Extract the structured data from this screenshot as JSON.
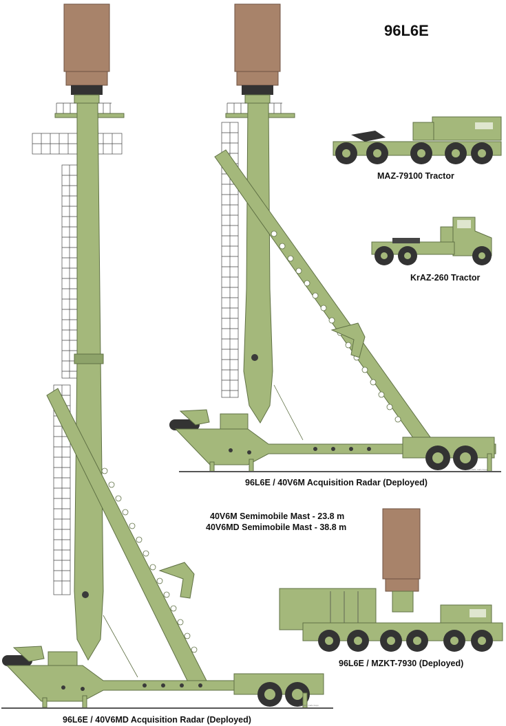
{
  "title": "96L6E",
  "captions": {
    "maz_tractor": "MAZ-79100 Tractor",
    "kraz_tractor": "KrAZ-260 Tractor",
    "radar_40v6m": "96L6E / 40V6M Acquisition Radar (Deployed)",
    "mast_40v6m": "40V6M Semimobile Mast - 23.8 m",
    "mast_40v6md": "40V6MD Semimobile Mast - 38.8 m",
    "radar_mzkt": "96L6E / MZKT-7930 (Deployed)",
    "radar_40v6md": "96L6E / 40V6MD Acquisition Radar (Deployed)"
  },
  "credit": "(c) 2005, Carlo Kopp",
  "colors": {
    "olive": "#a4b87b",
    "olive_dark": "#7f9561",
    "antenna": "#a8836a",
    "antenna_dark": "#8c6a53",
    "ground": "#6a6a6a"
  }
}
